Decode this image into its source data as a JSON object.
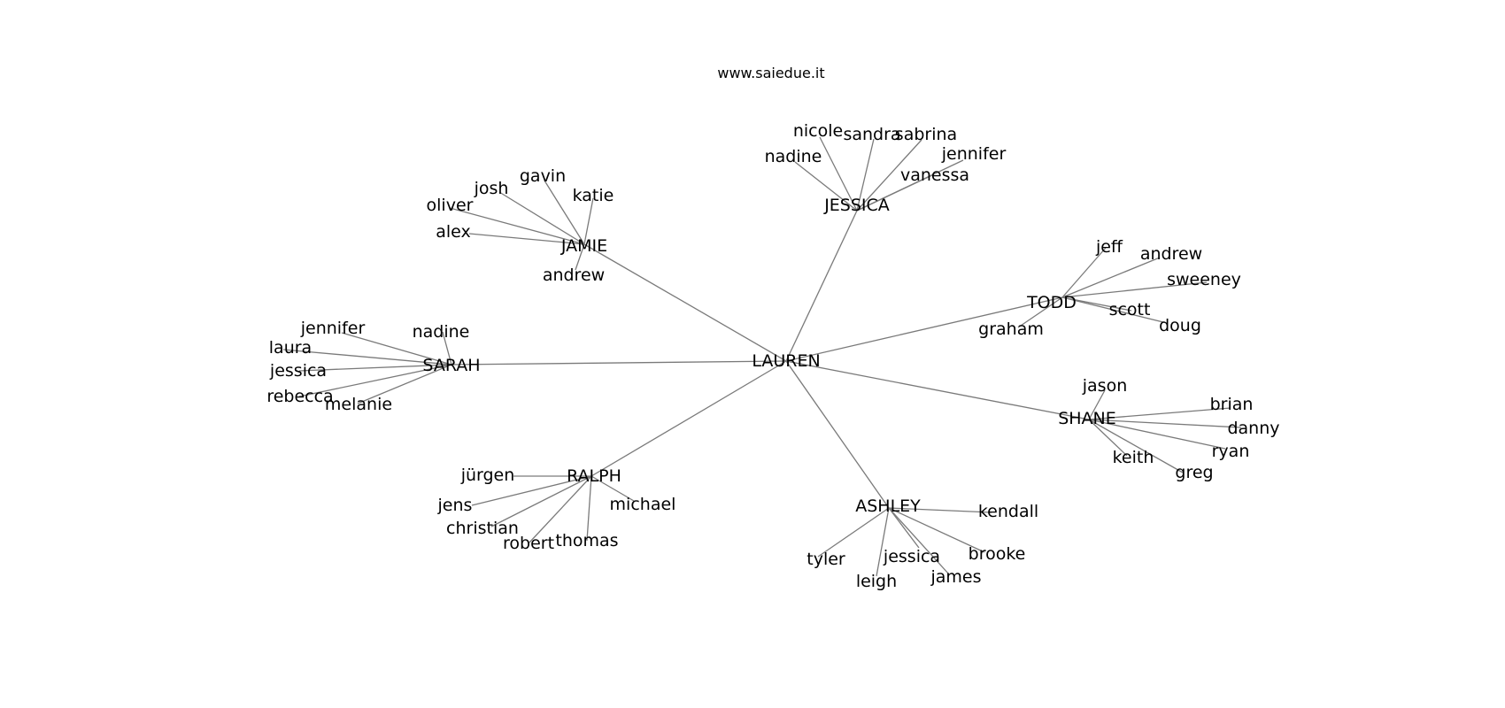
{
  "caption": "www.saiedue.it",
  "colors": {
    "edge": "#7a7a7a",
    "text": "#000000",
    "background": "#ffffff"
  },
  "center": "LAUREN",
  "groups": [
    {
      "hub": "JESSICA",
      "leaves": [
        "nicole",
        "sandra",
        "sabrina",
        "nadine",
        "jennifer",
        "vanessa"
      ]
    },
    {
      "hub": "JAMIE",
      "leaves": [
        "gavin",
        "josh",
        "katie",
        "oliver",
        "alex",
        "andrew"
      ]
    },
    {
      "hub": "TODD",
      "leaves": [
        "jeff",
        "andrew",
        "sweeney",
        "scott",
        "graham",
        "doug"
      ]
    },
    {
      "hub": "SARAH",
      "leaves": [
        "jennifer",
        "nadine",
        "laura",
        "jessica",
        "rebecca",
        "melanie"
      ]
    },
    {
      "hub": "SHANE",
      "leaves": [
        "jason",
        "brian",
        "danny",
        "ryan",
        "keith",
        "greg"
      ]
    },
    {
      "hub": "RALPH",
      "leaves": [
        "jürgen",
        "jens",
        "michael",
        "christian",
        "robert",
        "thomas"
      ]
    },
    {
      "hub": "ASHLEY",
      "leaves": [
        "kendall",
        "tyler",
        "jessica",
        "brooke",
        "leigh",
        "james"
      ]
    }
  ]
}
